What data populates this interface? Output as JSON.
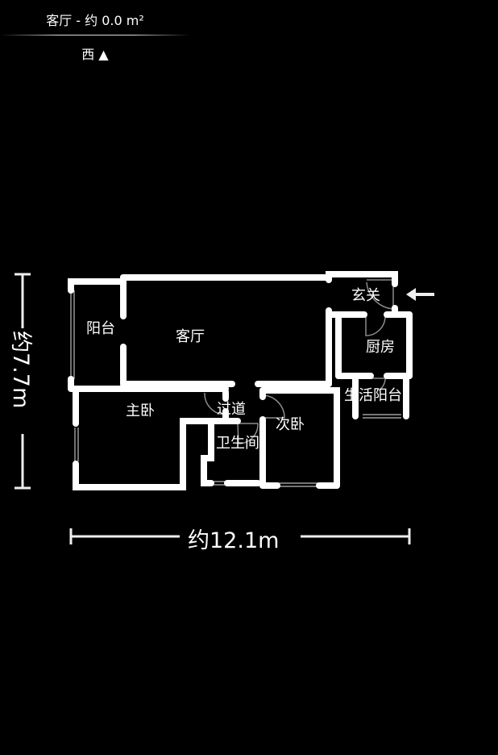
{
  "header": {
    "title": "客厅 - 约 0.0 m²",
    "orientation": "西 ▲"
  },
  "floorplan": {
    "rooms": [
      {
        "id": "balcony",
        "label": "阳台"
      },
      {
        "id": "living",
        "label": "客厅"
      },
      {
        "id": "entrance",
        "label": "玄关"
      },
      {
        "id": "kitchen",
        "label": "厨房"
      },
      {
        "id": "utility-balcony",
        "label": "生活阳台"
      },
      {
        "id": "master-bedroom",
        "label": "主卧"
      },
      {
        "id": "corridor",
        "label": "过道"
      },
      {
        "id": "bathroom",
        "label": "卫生间"
      },
      {
        "id": "second-bedroom",
        "label": "次卧"
      }
    ],
    "entry_arrow_icon": "arrow-left-icon",
    "dimensions": {
      "width": "约12.1m",
      "height": "约7.7m"
    },
    "colors": {
      "background": "#000000",
      "wall": "#ffffff",
      "door": "#8c8c8c"
    }
  }
}
